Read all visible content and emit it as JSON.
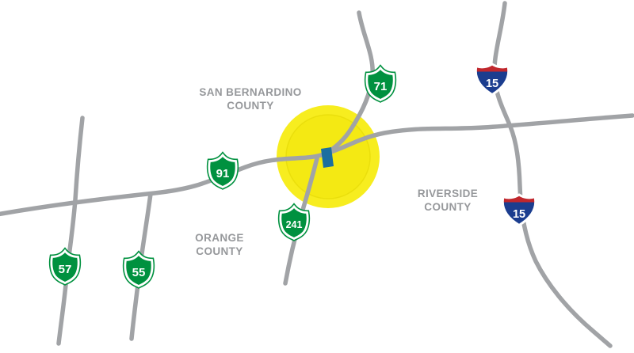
{
  "map": {
    "description": "Regional freeway map with highlighted interchange area",
    "colors": {
      "road_gray": "#a1a3a6",
      "highlight_yellow": "#f7ec13",
      "state_shield_green": "#00913f",
      "interstate_blue": "#1b3d8f",
      "interstate_red": "#c0272d",
      "marker_blue": "#1b6fa0",
      "county_text_gray": "#96989b"
    },
    "counties": [
      {
        "name": "SAN BERNARDINO",
        "suffix": "COUNTY"
      },
      {
        "name": "ORANGE",
        "suffix": "COUNTY"
      },
      {
        "name": "RIVERSIDE",
        "suffix": "COUNTY"
      }
    ],
    "shields": {
      "sr57": {
        "type": "state-route",
        "number": "57"
      },
      "sr55": {
        "type": "state-route",
        "number": "55"
      },
      "sr91": {
        "type": "state-route",
        "number": "91"
      },
      "sr241": {
        "type": "state-route",
        "number": "241"
      },
      "sr71": {
        "type": "state-route",
        "number": "71"
      },
      "i15_north": {
        "type": "interstate",
        "number": "15"
      },
      "i15_south": {
        "type": "interstate",
        "number": "15"
      }
    }
  }
}
